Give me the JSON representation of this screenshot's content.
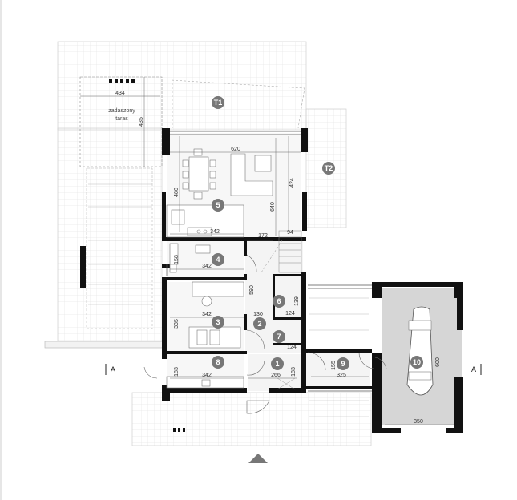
{
  "rooms": [
    {
      "id": "T1",
      "label": "T1"
    },
    {
      "id": "T2",
      "label": "T2"
    },
    {
      "id": "1",
      "label": "1"
    },
    {
      "id": "2",
      "label": "2"
    },
    {
      "id": "3",
      "label": "3"
    },
    {
      "id": "4",
      "label": "4"
    },
    {
      "id": "5",
      "label": "5"
    },
    {
      "id": "6",
      "label": "6"
    },
    {
      "id": "7",
      "label": "7"
    },
    {
      "id": "8",
      "label": "8"
    },
    {
      "id": "9",
      "label": "9"
    },
    {
      "id": "10",
      "label": "10"
    }
  ],
  "terrace_label": {
    "line1": "zadaszony",
    "line2": "taras"
  },
  "dimensions": {
    "terrace_width": "434",
    "terrace_height": "435",
    "living_width": "620",
    "living_height_left": "480",
    "living_height_right": "424",
    "living_total_height": "640",
    "kitchen_width": "342",
    "hall_width": "172",
    "stair_width": "94",
    "room4_width": "342",
    "room4_height": "158",
    "room3_width": "342",
    "room3_height": "335",
    "hall2_height": "590",
    "hall2_width": "130",
    "room6_width": "124",
    "room6_height": "139",
    "room7_width": "124",
    "room8_width": "342",
    "room8_height": "183",
    "entry_width": "266",
    "entry_height": "183",
    "room9_width": "325",
    "room9_height": "155",
    "garage_width": "350",
    "garage_height": "600"
  },
  "section_marker": {
    "left": "A",
    "right": "A"
  }
}
